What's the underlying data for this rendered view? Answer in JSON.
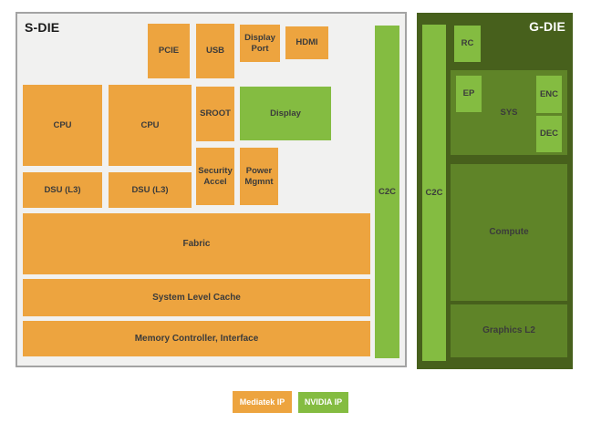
{
  "colors": {
    "mediatek_orange": "#EDA43F",
    "nvidia_light_green": "#84BC41",
    "nvidia_mid_green": "#5F8428",
    "nvidia_dark_green": "#47601C",
    "s_die_panel_bg": "#F1F1F0",
    "s_die_panel_border": "#A3A3A3"
  },
  "s_die": {
    "title": "S-DIE",
    "blocks": {
      "pcie": "PCIE",
      "usb": "USB",
      "display_port": "Display Port",
      "hdmi": "HDMI",
      "cpu1": "CPU",
      "cpu2": "CPU",
      "sroot": "SROOT",
      "display": "Display",
      "security_accel": "Security Accel",
      "power_mgmnt": "Power Mgmnt",
      "dsu1": "DSU (L3)",
      "dsu2": "DSU (L3)",
      "fabric": "Fabric",
      "system_level_cache": "System Level Cache",
      "memory_controller": "Memory Controller, Interface",
      "c2c": "C2C"
    }
  },
  "g_die": {
    "title": "G-DIE",
    "blocks": {
      "c2c": "C2C",
      "rc": "RC",
      "sys": "SYS",
      "ep": "EP",
      "enc": "ENC",
      "dec": "DEC",
      "compute": "Compute",
      "graphics_l2": "Graphics L2"
    }
  },
  "legend": {
    "mediatek": "Mediatek IP",
    "nvidia": "NVIDIA IP"
  }
}
